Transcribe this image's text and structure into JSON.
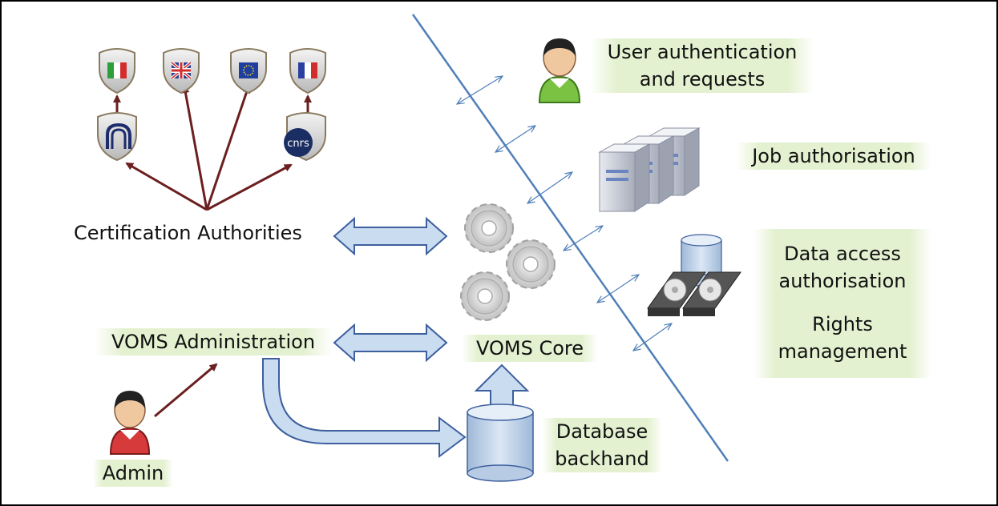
{
  "labels": {
    "user_auth": [
      "User authentication",
      "and requests"
    ],
    "job_auth": "Job authorisation",
    "data_access": [
      "Data access",
      "authorisation",
      "",
      "Rights",
      "management"
    ],
    "cert_auth": "Certification Authorities",
    "voms_admin": "VOMS Administration",
    "voms_core": "VOMS Core",
    "database": [
      "Database",
      "backhand"
    ],
    "admin": "Admin"
  },
  "logos": {
    "cnrs": "cnrs"
  },
  "colors": {
    "divider": "#4f7fb8",
    "arrow_brown": "#6b1f1f",
    "block_arrow_fill": "#c9dcf0",
    "block_arrow_stroke": "#3d5f9e",
    "label_bg": "#e2f0cd"
  },
  "icons": [
    "italy-flag-shield-icon",
    "uk-flag-shield-icon",
    "eu-flag-shield-icon",
    "france-flag-shield-icon",
    "infn-logo-shield-icon",
    "cnrs-logo-shield-icon",
    "user-icon",
    "admin-user-icon",
    "server-rack-icon",
    "database-cylinder-icon",
    "hard-disk-icon",
    "gears-icon"
  ]
}
